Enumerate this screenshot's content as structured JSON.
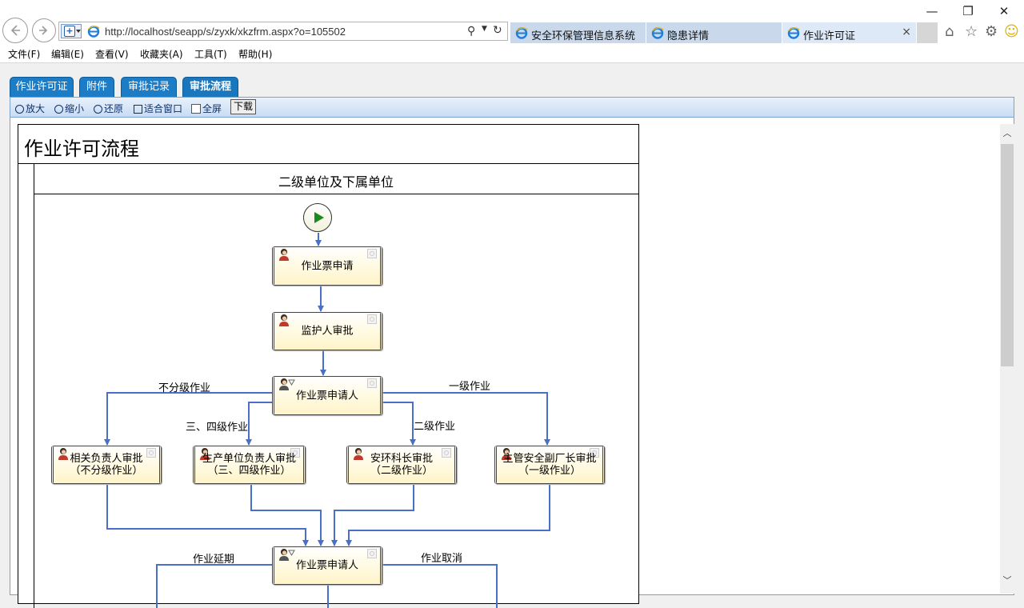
{
  "browser": {
    "url": "http://localhost/seapp/s/zyxk/xkzfrm.aspx?o=105502",
    "tabs": [
      {
        "label": "安全环保管理信息系统",
        "active": false
      },
      {
        "label": "隐患详情",
        "active": false
      },
      {
        "label": "作业许可证",
        "active": true
      }
    ],
    "window_controls": {
      "minimize": "—",
      "maximize": "❐",
      "close": "✕"
    },
    "tab_close": "×"
  },
  "menu": [
    "文件(F)",
    "编辑(E)",
    "查看(V)",
    "收藏夹(A)",
    "工具(T)",
    "帮助(H)"
  ],
  "page_tabs": [
    {
      "label": "作业许可证",
      "active": false
    },
    {
      "label": "附件",
      "active": false
    },
    {
      "label": "审批记录",
      "active": false
    },
    {
      "label": "审批流程",
      "active": true
    }
  ],
  "toolbar": {
    "zoom_in": "放大",
    "zoom_out": "缩小",
    "restore": "还原",
    "fit_window": "适合窗口",
    "fullscreen": "全屏",
    "download": "下载"
  },
  "diagram": {
    "title": "作业许可流程",
    "lane_title": "二级单位及下属单位",
    "nodes": {
      "apply": "作业票申请",
      "guardian": "监护人审批",
      "applicant1": "作业票申请人",
      "related": "相关负责人审批\n（不分级作业）",
      "production": "生产单位负责人审批\n（三、四级作业）",
      "safety_chief": "安环科长审批\n（二级作业）",
      "deputy": "主管安全副厂长审批\n（一级作业）",
      "applicant2": "作业票申请人"
    },
    "edge_labels": {
      "ungraded": "不分级作业",
      "level34": "三、四级作业",
      "level2": "二级作业",
      "level1": "一级作业",
      "extend": "作业延期",
      "cancel": "作业取消"
    }
  },
  "colors": {
    "accent_tab": "#1c7cc6",
    "edge": "#4a6fc6",
    "node_fill": "#fff4c8"
  }
}
